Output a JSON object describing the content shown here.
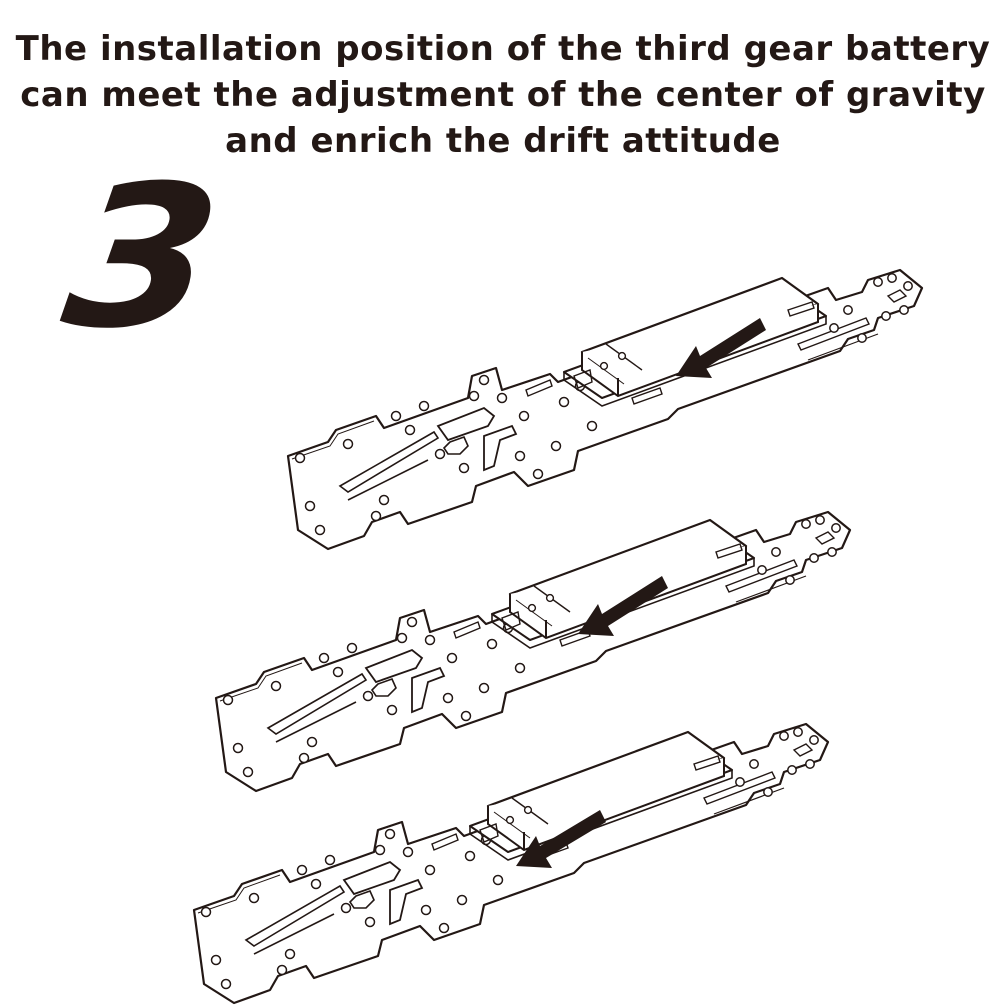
{
  "heading": {
    "line1": "The installation position of the third gear battery",
    "line2": "can meet the adjustment of the center of gravity",
    "line3": "and enrich the drift attitude"
  },
  "step_number": "3",
  "colors": {
    "ink": "#231815",
    "background": "#ffffff"
  },
  "diagram": {
    "assemblies": [
      {
        "name": "battery-position-front"
      },
      {
        "name": "battery-position-middle"
      },
      {
        "name": "battery-position-rear"
      }
    ],
    "arrow_icon": "arrow-down-left-icon"
  }
}
